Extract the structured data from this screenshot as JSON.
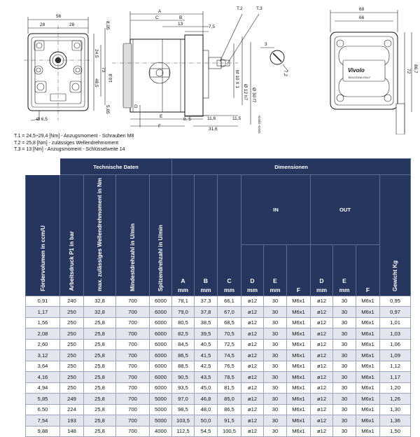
{
  "drawing": {
    "dims_left": [
      "56",
      "28",
      "28",
      "24,5",
      "8,05",
      "73",
      "48,5",
      "5,65",
      "Ø 6,5"
    ],
    "dims_mid": [
      "A",
      "C",
      "B",
      "13",
      "7,5",
      "T.2",
      "T.3",
      "10,8",
      "8, 5",
      "11,6",
      "11,5",
      "31,6",
      "D",
      "E",
      "F",
      "M 10 X 1",
      "Ø 12 h7",
      "Ø 30 f7",
      "-0,020\n-0,041",
      "3",
      "7,2"
    ],
    "dims_right": [
      "68",
      "66",
      "86,7",
      "72"
    ],
    "nameplate": "Vivolo",
    "nameplate_sub": "BOLOGNA  ITALY"
  },
  "notes": [
    "T.1 = 24,5÷29,4 [Nm] - Anzugsmoment - Schrauben M8",
    "T.2 = 25,8 [Nm] - zulässiges Wellendrehmoment",
    "T.3 = 13 [Nm] - Anzugsmoment - Schlüsselweite 14"
  ],
  "table": {
    "group_tech": "Technische Daten",
    "group_dim": "Dimensionen",
    "col_fv": "Fördervolumen in ccm/U",
    "col_p1": "Arbeitsdruck P1 in bar",
    "col_mom": "max. zulässiges Wellendrehmoment in Nm",
    "col_min": "Mindestdrehzahl in U/min",
    "col_max": "Spitzendrehzahl in U/min",
    "col_a": "A",
    "col_b": "B",
    "col_c": "C",
    "mm": "mm",
    "in": "IN",
    "out": "OUT",
    "col_d": "D",
    "col_e": "E",
    "col_f": "F",
    "col_kg": "Gewicht  Kg",
    "rows": [
      [
        "0,91",
        "240",
        "32,8",
        "700",
        "6000",
        "78,1",
        "37,3",
        "66,1",
        "ø12",
        "30",
        "M6x1",
        "ø12",
        "30",
        "M6x1",
        "0,95"
      ],
      [
        "1,17",
        "250",
        "32,8",
        "700",
        "6000",
        "79,0",
        "37,8",
        "67,0",
        "ø12",
        "30",
        "M6x1",
        "ø12",
        "30",
        "M6x1",
        "0,97"
      ],
      [
        "1,56",
        "250",
        "25,8",
        "700",
        "6000",
        "80,5",
        "38,5",
        "68,5",
        "ø12",
        "30",
        "M6x1",
        "ø12",
        "30",
        "M6x1",
        "1,01"
      ],
      [
        "2,08",
        "250",
        "25,8",
        "700",
        "6000",
        "82,5",
        "39,5",
        "70,5",
        "ø12",
        "30",
        "M6x1",
        "ø12",
        "30",
        "M6x1",
        "1,03"
      ],
      [
        "2,60",
        "250",
        "25,8",
        "700",
        "6000",
        "84,5",
        "40,5",
        "72,5",
        "ø12",
        "30",
        "M6x1",
        "ø12",
        "30",
        "M6x1",
        "1,06"
      ],
      [
        "3,12",
        "250",
        "25,8",
        "700",
        "6000",
        "86,5",
        "41,5",
        "74,5",
        "ø12",
        "30",
        "M6x1",
        "ø12",
        "30",
        "M6x1",
        "1,09"
      ],
      [
        "3,64",
        "250",
        "25,8",
        "700",
        "6000",
        "88,5",
        "42,5",
        "76,5",
        "ø12",
        "30",
        "M6x1",
        "ø12",
        "30",
        "M6x1",
        "1,12"
      ],
      [
        "4,16",
        "250",
        "25,8",
        "700",
        "6000",
        "90,5",
        "43,5",
        "78,5",
        "ø12",
        "30",
        "M6x1",
        "ø12",
        "30",
        "M6x1",
        "1,17"
      ],
      [
        "4,94",
        "250",
        "25,8",
        "700",
        "6000",
        "93,5",
        "45,0",
        "81,5",
        "ø12",
        "30",
        "M6x1",
        "ø12",
        "30",
        "M6x1",
        "1,20"
      ],
      [
        "5,85",
        "249",
        "25,8",
        "700",
        "5000",
        "97,0",
        "46,8",
        "85,0",
        "ø12",
        "30",
        "M6x1",
        "ø12",
        "30",
        "M6x1",
        "1,26"
      ],
      [
        "6,50",
        "224",
        "25,8",
        "700",
        "5000",
        "98,5",
        "48,0",
        "86,5",
        "ø12",
        "30",
        "M6x1",
        "ø12",
        "30",
        "M6x1",
        "1,30"
      ],
      [
        "7,54",
        "193",
        "25,8",
        "700",
        "5000",
        "103,5",
        "50,0",
        "91,5",
        "ø12",
        "30",
        "M6x1",
        "ø12",
        "30",
        "M6x1",
        "1,36"
      ],
      [
        "9,88",
        "148",
        "25,8",
        "700",
        "4000",
        "112,5",
        "54,5",
        "100,5",
        "ø12",
        "30",
        "M6x1",
        "ø12",
        "30",
        "M6x1",
        "1,50"
      ]
    ]
  }
}
